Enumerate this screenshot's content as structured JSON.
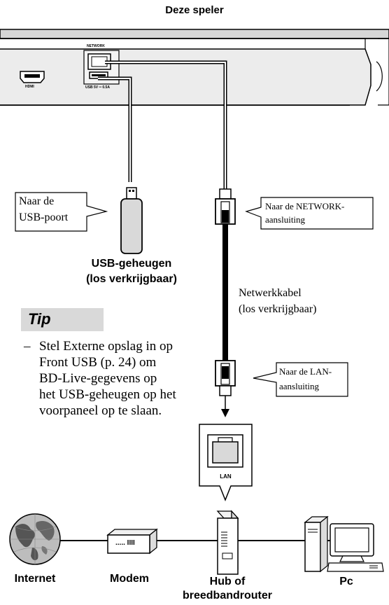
{
  "player_title": "Deze speler",
  "player_panel": {
    "hdmi_label": "HDMI",
    "network_label": "NETWORK",
    "usb_label": "USB 5V ═ 0.5A"
  },
  "callouts": {
    "usb_port": [
      "Naar de",
      "USB-poort"
    ],
    "network_port": [
      "Naar de NETWORK-",
      "aansluiting"
    ],
    "lan_port": [
      "Naar de LAN-",
      "aansluiting"
    ]
  },
  "usb_memory": [
    "USB-geheugen",
    "(los verkrijgbaar)"
  ],
  "network_cable": [
    "Netwerkkabel",
    "(los verkrijgbaar)"
  ],
  "tip": {
    "title": "Tip",
    "dash": "–",
    "lines": [
      "Stel Externe opslag in op",
      "Front USB (p. 24) om",
      "BD-Live-gegevens op",
      "het USB-geheugen op het",
      "voorpaneel op te slaan."
    ]
  },
  "lan_label": "LAN",
  "devices": {
    "internet": "Internet",
    "modem": "Modem",
    "modem_display": "..... IIII",
    "hub": [
      "Hub of",
      "breedbandrouter"
    ],
    "pc": "Pc"
  },
  "icons": [
    "globe-icon",
    "modem-icon",
    "router-icon",
    "pc-icon",
    "usb-stick-icon",
    "lan-connector-icon"
  ]
}
